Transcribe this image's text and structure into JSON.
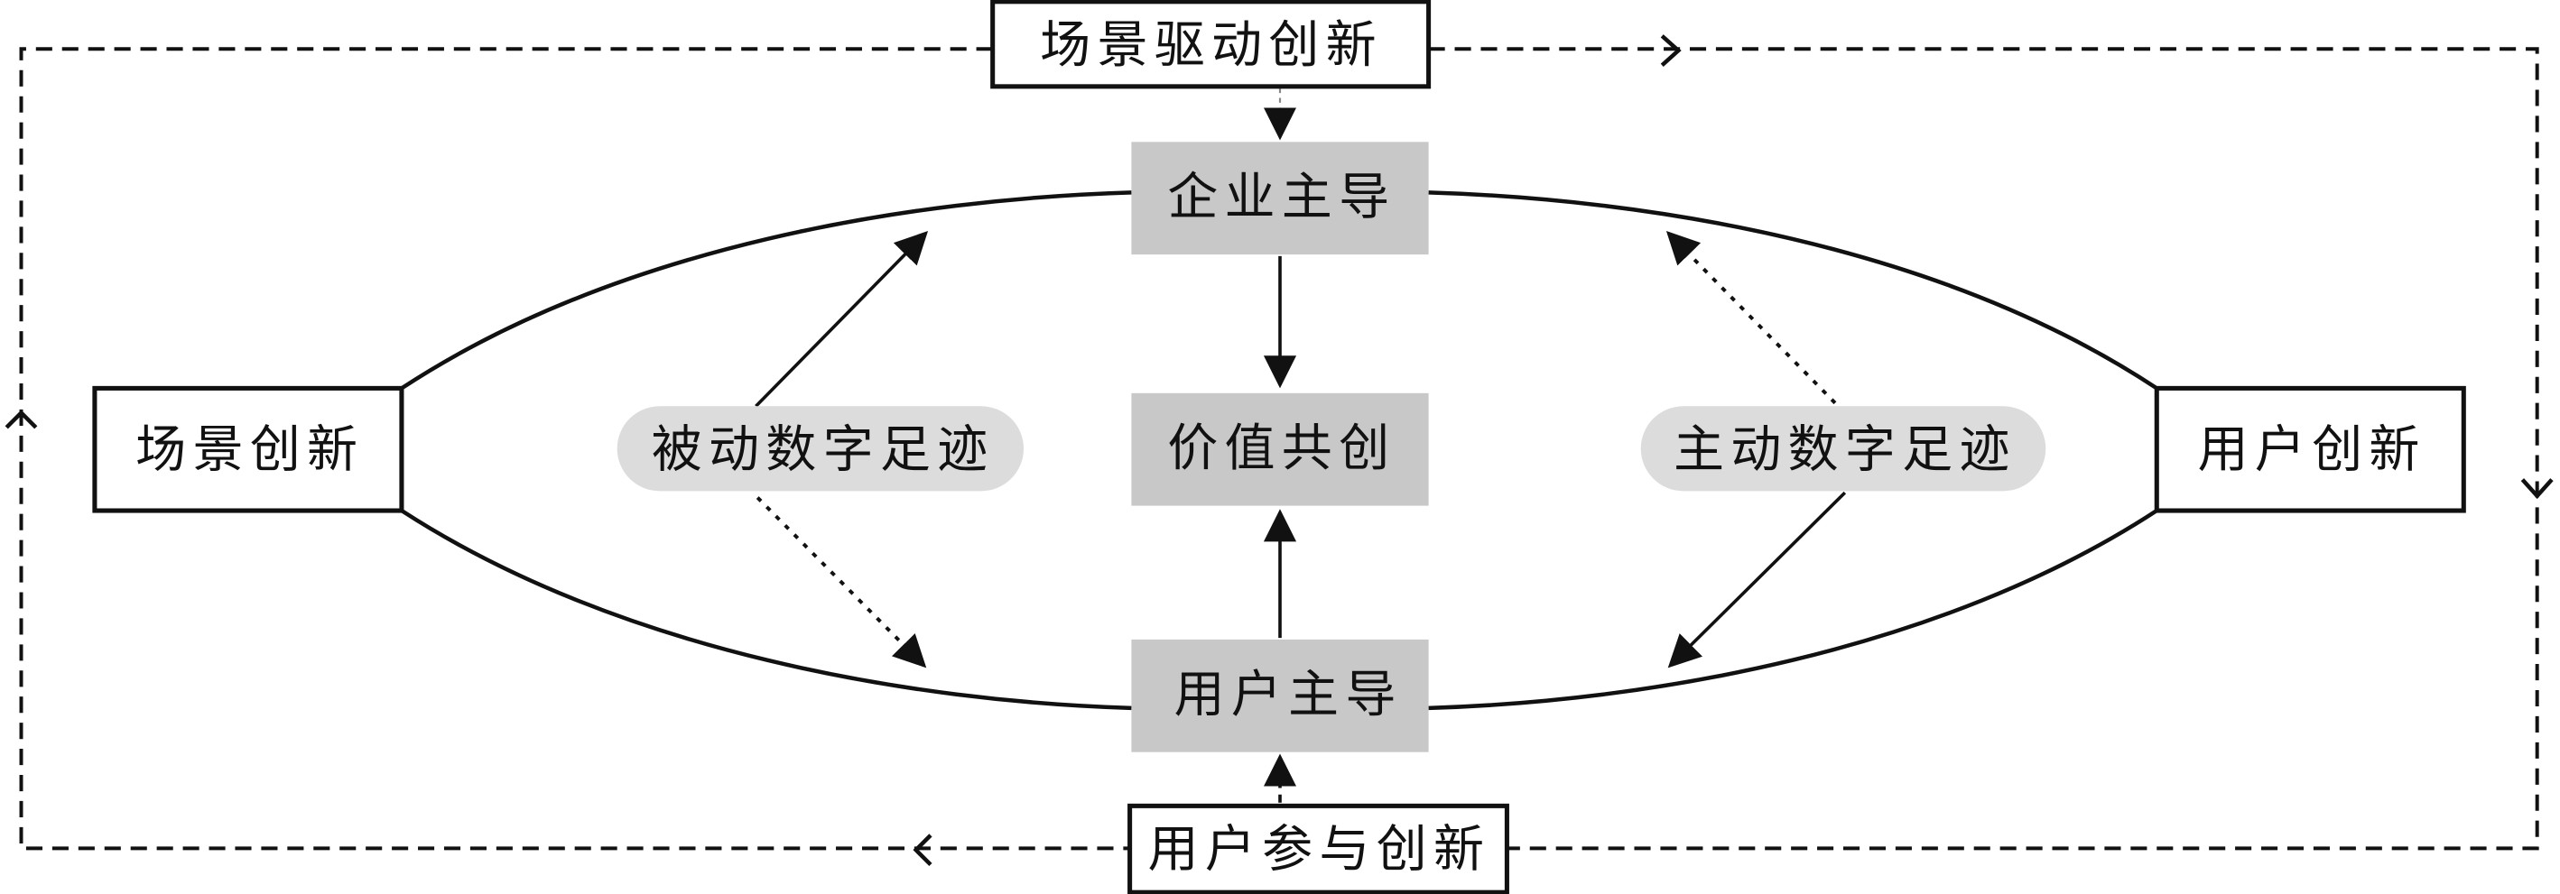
{
  "diagram": {
    "outer_loop": {
      "top_label": "场景驱动创新",
      "bottom_label": "用户参与创新",
      "direction": "clockwise"
    },
    "side_nodes": {
      "left": "场景创新",
      "right": "用户创新"
    },
    "core_nodes": {
      "top": "企业主导",
      "center": "价值共创",
      "bottom": "用户主导"
    },
    "pills": {
      "left": "被动数字足迹",
      "right": "主动数字足迹"
    },
    "edges": [
      {
        "from": "场景驱动创新",
        "to": "企业主导",
        "style": "dashed"
      },
      {
        "from": "用户参与创新",
        "to": "用户主导",
        "style": "dashed"
      },
      {
        "from": "企业主导",
        "to": "价值共创",
        "style": "solid"
      },
      {
        "from": "用户主导",
        "to": "价值共创",
        "style": "solid"
      },
      {
        "from": "被动数字足迹",
        "to": "企业主导",
        "style": "solid"
      },
      {
        "from": "被动数字足迹",
        "to": "用户主导",
        "style": "dotted"
      },
      {
        "from": "主动数字足迹",
        "to": "企业主导",
        "style": "dotted"
      },
      {
        "from": "主动数字足迹",
        "to": "用户主导",
        "style": "solid"
      }
    ],
    "colors": {
      "node_fill": "#c8c8c8",
      "pill_fill": "#dcdcdc",
      "stroke": "#111111",
      "background": "#ffffff"
    }
  }
}
